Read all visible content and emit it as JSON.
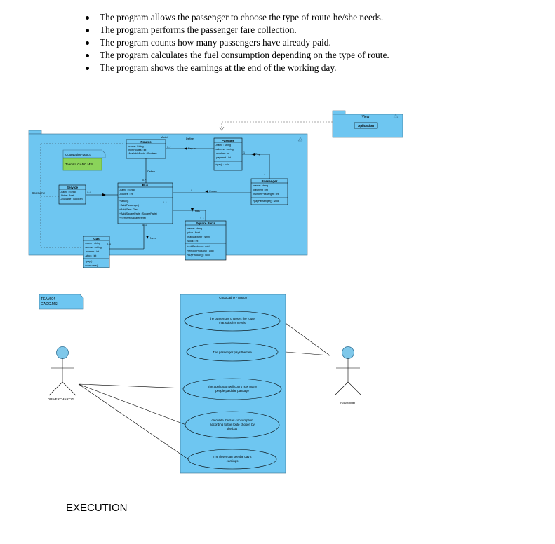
{
  "requirements": [
    "The program allows the passenger to choose the type of route he/she needs.",
    "The program performs the passenger fare collection.",
    "The program counts how many passengers have already paid.",
    "The program calculates the fuel consumption depending on the type of route.",
    "The program shows the earnings at the end of the working day."
  ],
  "class_diagram": {
    "view_package": {
      "name": "View",
      "class_name": "Aplicacion"
    },
    "note_project": "CoopLatine-Marco",
    "note_team": "Team#4 GADC.MSI",
    "side_label": "Consume",
    "classes": {
      "service": {
        "name": "Service",
        "attrs": [
          "-name : String",
          "-Price : float",
          "-available : Boolean"
        ]
      },
      "routes": {
        "name": "Routes",
        "attrs": [
          "-name : String",
          "-numRoutes : int",
          "-AvailableRoute : Boolean"
        ]
      },
      "bus": {
        "name": "Bus",
        "attrs": [
          "-name : String",
          "-Routes : int"
        ],
        "ops": [
          "+setup()",
          "+Add(Passenger)",
          "+Add(Gas : Gas)",
          "+Add(SquareParts : SquareParts)",
          "+Remove(SquareParts)"
        ]
      },
      "passage": {
        "name": "Passage",
        "attrs": [
          "-name : string",
          "-address : string",
          "-number : int",
          "-payment : int"
        ],
        "ops": [
          "+pay() : void"
        ]
      },
      "passenger": {
        "name": "Passenger",
        "attrs": [
          "-name : string",
          "-payment : int",
          "-numberPassenger : int"
        ],
        "ops": [
          "+payPassenger() : void"
        ]
      },
      "squareparts": {
        "name": "Square Parts",
        "attrs": [
          "-name : string",
          "-price : float",
          "-manufacturer : string",
          "-stock : int"
        ],
        "ops": [
          "+AddProducto : void",
          "+removeProduct() : void",
          "+BuyProduct() : void"
        ]
      },
      "gas": {
        "name": "Gas",
        "attrs": [
          "-name : string",
          "-adress : string",
          "-number : int",
          "-stock : int"
        ],
        "ops": [
          "+pay()",
          "+consume()"
        ]
      }
    },
    "association_labels": {
      "model": "Model",
      "define": "Define",
      "pay_for": "Pay for",
      "pay": "Pay",
      "define_routes": "Define",
      "create": "Create",
      "has": "Has",
      "need": "Need"
    },
    "multiplicities": [
      "1..1",
      "0..1",
      "1..*",
      "1",
      "0..*",
      "*",
      "1..*",
      "1",
      "0..1",
      "1..*"
    ]
  },
  "team_note": [
    "TEAM 04",
    "GADC.MSI"
  ],
  "use_case_diagram": {
    "system_name": "CoopLatine - Marco",
    "actors": {
      "driver": "DRIVER \"MARCO\"",
      "passenger": "Passenger"
    },
    "use_cases": [
      [
        "the passenger chooses the route",
        "that suits his needs"
      ],
      [
        "The passenger pays the fare"
      ],
      [
        "The application will count how many",
        "people paid the passage"
      ],
      [
        "calculate the fuel consumption",
        "according to the route chosen by",
        "the bus"
      ],
      [
        "The driver can see the day's",
        "earnings"
      ]
    ]
  },
  "footer": "EXECUTION",
  "colors": {
    "fill": "#6ec6f1",
    "note": "#8ad35a",
    "actor": "#7fc8ea",
    "stroke": "#3b6e8c"
  }
}
